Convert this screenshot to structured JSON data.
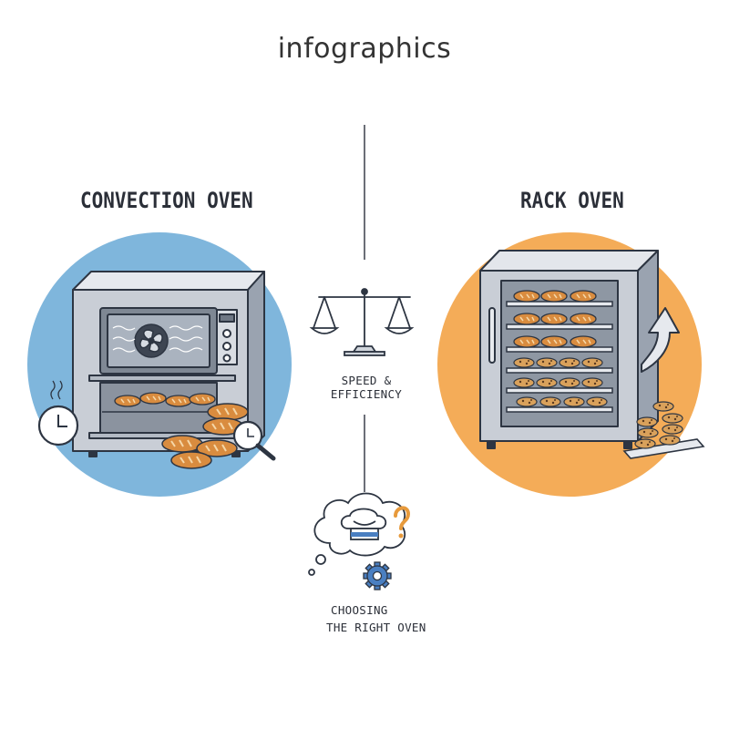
{
  "title": "infographics",
  "left": {
    "heading": "CONVECTION OVEN",
    "circle_color": "#7fb6dc"
  },
  "right": {
    "heading": "RACK OVEN",
    "circle_color": "#f4ac58"
  },
  "center": {
    "comparison_label": "SPEED & EFFICIENCY",
    "decision_label_line1": "CHOOSING",
    "decision_label_line2": "THE RIGHT OVEN"
  },
  "icons": [
    "balance-scale-icon",
    "clock-icon",
    "magnifier-icon",
    "fan-icon",
    "chef-hat-thought-icon",
    "question-mark-icon",
    "gear-icon",
    "up-arrow-icon"
  ],
  "colors": {
    "outline": "#2d3542",
    "steel": "#c9ced6",
    "bread": "#d98c3f",
    "question": "#e79a3c",
    "gear": "#4a7fc1"
  }
}
